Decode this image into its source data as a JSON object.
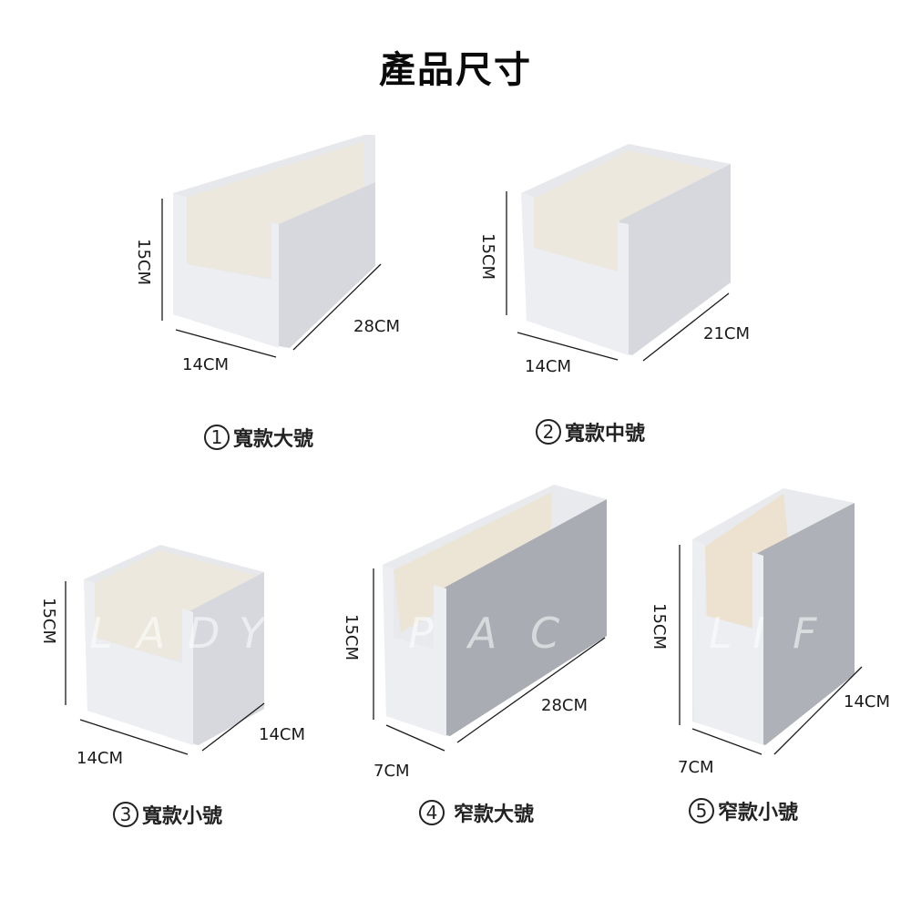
{
  "title": "產品尺寸",
  "watermark": [
    "L",
    "A",
    "D",
    "Y",
    "P",
    "A",
    "C",
    "L",
    "I",
    "F"
  ],
  "colors": {
    "box_front": "#e9ebef",
    "box_side": "#d9dbe0",
    "box_inside": "#eeeae0",
    "box_side_grey": "#a9acb1",
    "line": "#1a1a1a"
  },
  "products": [
    {
      "index": "1",
      "name": "寬款大號",
      "height": "15CM",
      "width": "14CM",
      "depth": "28CM"
    },
    {
      "index": "2",
      "name": "寬款中號",
      "height": "15CM",
      "width": "14CM",
      "depth": "21CM"
    },
    {
      "index": "3",
      "name": "寬款小號",
      "height": "15CM",
      "width": "14CM",
      "depth": "14CM"
    },
    {
      "index": "4",
      "name": "窄款大號",
      "height": "15CM",
      "width": "7CM",
      "depth": "28CM"
    },
    {
      "index": "5",
      "name": "窄款小號",
      "height": "15CM",
      "width": "7CM",
      "depth": "14CM"
    }
  ]
}
